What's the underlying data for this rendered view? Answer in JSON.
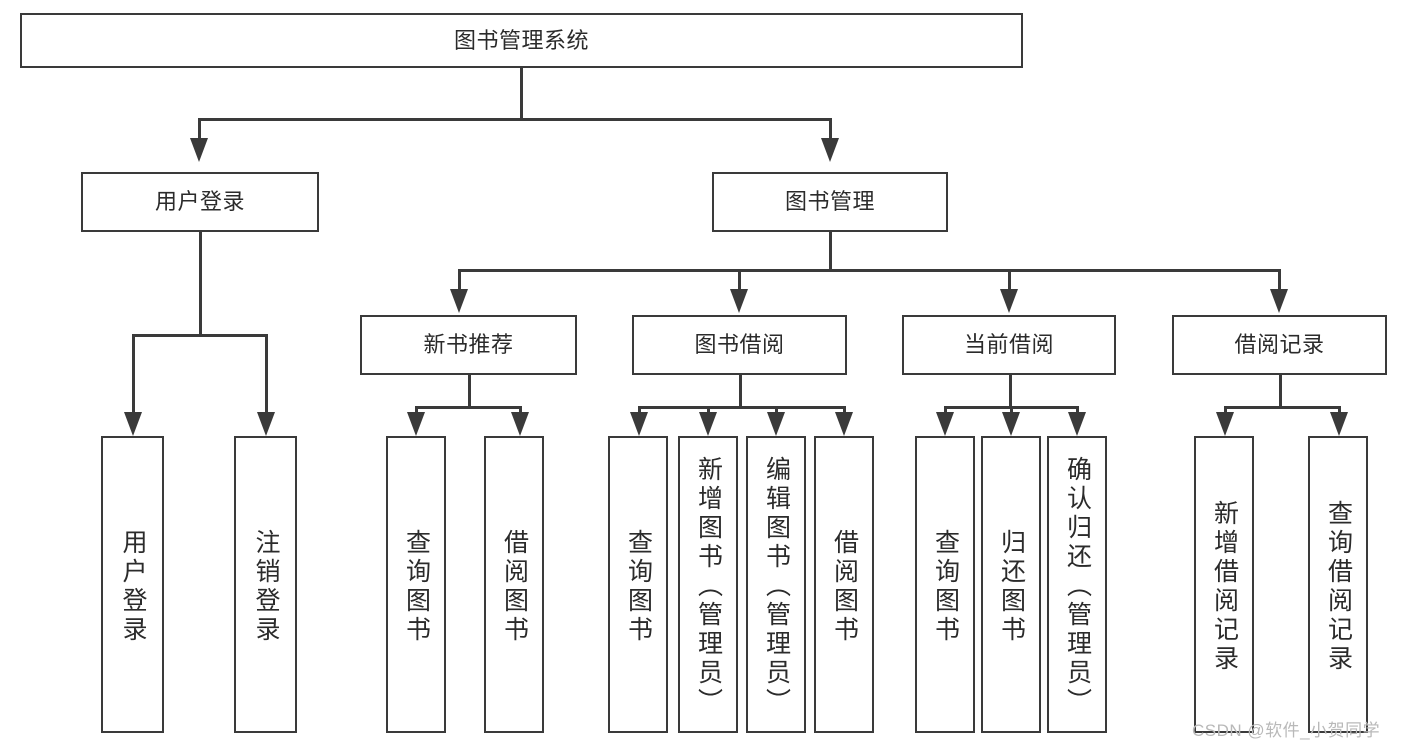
{
  "diagram": {
    "title": "图书管理系统",
    "type": "tree",
    "watermark": "CSDN @软件_小贺同学",
    "colors": {
      "stroke": "#3a3a3a",
      "fill": "#ffffff",
      "text": "#2b2b2b",
      "watermark": "#b9b9b9"
    },
    "root": {
      "label": "图书管理系统"
    },
    "level2": [
      {
        "label": "用户登录"
      },
      {
        "label": "图书管理"
      }
    ],
    "level3": [
      {
        "label": "新书推荐"
      },
      {
        "label": "图书借阅"
      },
      {
        "label": "当前借阅"
      },
      {
        "label": "借阅记录"
      }
    ],
    "leaves": {
      "user_login": [
        {
          "label": "用户登录"
        },
        {
          "label": "注销登录"
        }
      ],
      "new_book_recommend": [
        {
          "label": "查询图书"
        },
        {
          "label": "借阅图书"
        }
      ],
      "book_borrow": [
        {
          "label": "查询图书"
        },
        {
          "label": "新增图书（管理员）"
        },
        {
          "label": "编辑图书（管理员）"
        },
        {
          "label": "借阅图书"
        }
      ],
      "current_borrow": [
        {
          "label": "查询图书"
        },
        {
          "label": "归还图书"
        },
        {
          "label": "确认归还（管理员）"
        }
      ],
      "borrow_record": [
        {
          "label": "新增借阅记录"
        },
        {
          "label": "查询借阅记录"
        }
      ]
    }
  }
}
